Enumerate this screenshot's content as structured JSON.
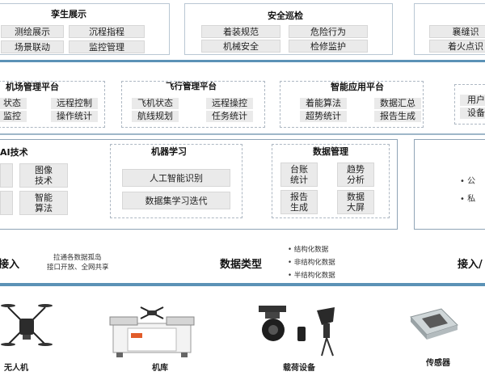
{
  "top": {
    "left": {
      "title": "孪生展示",
      "items": [
        "测绘展示",
        "沉程指程",
        "场景联动",
        "监控管理"
      ]
    },
    "mid": {
      "title": "安全巡检",
      "items": [
        "着装规范",
        "危险行为",
        "机械安全",
        "检修监护"
      ]
    },
    "right": {
      "items": [
        "襄缝识",
        "着火点识"
      ]
    }
  },
  "platforms": {
    "airport": {
      "title": "机场管理平台",
      "items": [
        "状态",
        "远程控制",
        "监控",
        "操作统计"
      ]
    },
    "flight": {
      "title": "飞行管理平台",
      "items": [
        "飞机状态",
        "远程操控",
        "航线规划",
        "任务统计"
      ]
    },
    "smart": {
      "title": "智能应用平台",
      "items": [
        "着能算法",
        "数据汇总",
        "超势统计",
        "报告生成"
      ]
    },
    "user": {
      "items": [
        "用户",
        "设备"
      ]
    }
  },
  "services": {
    "ai": {
      "title": "AI技术",
      "items": [
        "图像技术",
        "智能算法"
      ]
    },
    "ml": {
      "title": "机器学习",
      "items": [
        "人工智能识别",
        "数据集学习迭代"
      ]
    },
    "dm": {
      "title": "数据管理",
      "items": [
        "台账统计",
        "趋势分析",
        "报告生成",
        "数据大屏"
      ]
    },
    "right": {
      "bullets": [
        "• 公",
        "• 私"
      ]
    }
  },
  "middle": {
    "left_title": "接入",
    "left_notes": [
      "拉通各数据孤岛",
      "接口开放、全网共享"
    ],
    "center_title": "数据类型",
    "types": [
      "结构化数据",
      "非结构化数据",
      "半结构化数据"
    ],
    "right_title": "接入"
  },
  "devices": [
    "无人机",
    "机库",
    "载荷设备",
    "传感器"
  ],
  "colors": {
    "accent_bar": "#5b92b6",
    "frame": "#b9c7d3",
    "button": "#eaeaea"
  }
}
